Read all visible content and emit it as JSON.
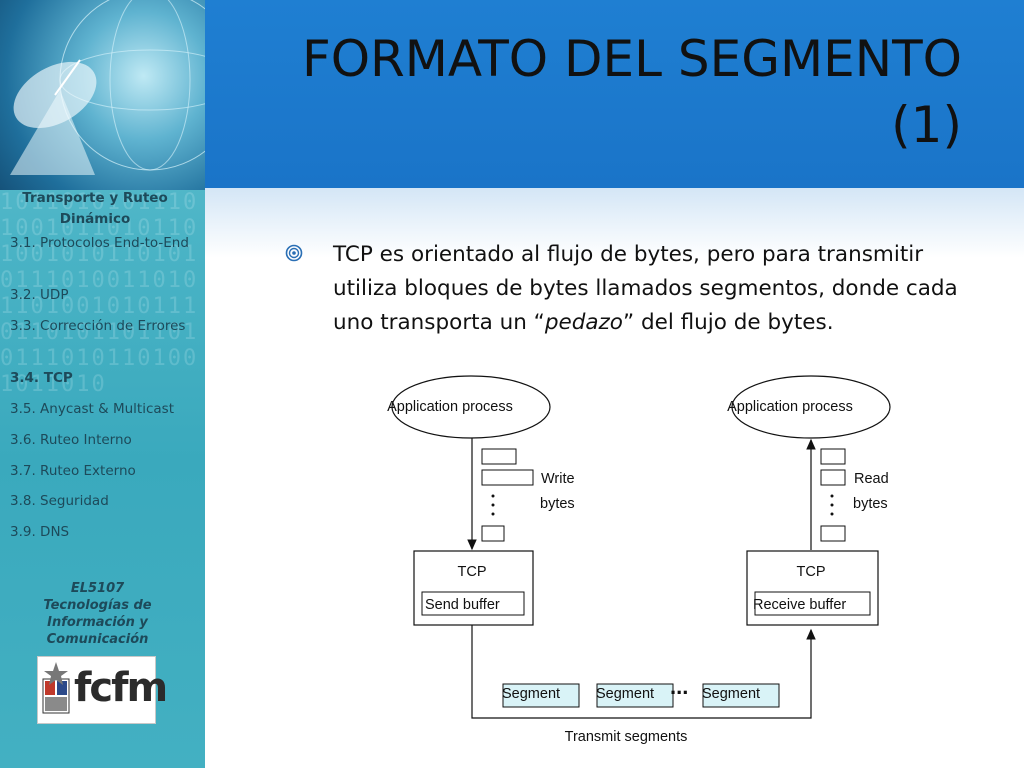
{
  "sidebar": {
    "section_title": "Transporte y Ruteo Dinámico",
    "items": [
      {
        "label": "3.1.  Protocolos End-to-End",
        "active": false
      },
      {
        "label": "3.2. UDP",
        "active": false
      },
      {
        "label": "3.3. Corrección de Errores",
        "active": false
      },
      {
        "label": "3.4.  TCP",
        "active": true
      },
      {
        "label": "3.5.  Anycast & Multicast",
        "active": false
      },
      {
        "label": "3.6. Ruteo Interno",
        "active": false
      },
      {
        "label": "3.7. Ruteo Externo",
        "active": false
      },
      {
        "label": "3.8. Seguridad",
        "active": false
      },
      {
        "label": "3.9. DNS",
        "active": false
      }
    ],
    "course": {
      "code": "EL5107",
      "name_line1": "Tecnologías de",
      "name_line2": "Información  y",
      "name_line3": "Comunicación"
    },
    "logo_text": "fcfm"
  },
  "slide": {
    "title_line1": "FORMATO DEL SEGMENTO",
    "title_line2": "(1)",
    "bullet_before": "TCP es orientado al flujo de bytes, pero para transmitir utiliza bloques de bytes llamados segmentos, donde cada uno transporta un “",
    "bullet_italic": "pedazo",
    "bullet_after": "” del flujo de bytes."
  },
  "diagram": {
    "left_app": "Application process",
    "right_app": "Application process",
    "write_label": "Write",
    "read_label": "Read",
    "bytes_label_left": "bytes",
    "bytes_label_right": "bytes",
    "tcp_left": "TCP",
    "tcp_right": "TCP",
    "send_buffer": "Send buffer",
    "receive_buffer": "Receive buffer",
    "segments": [
      "Segment",
      "Segment",
      "Segment"
    ],
    "ellipsis": "...",
    "transmit_label": "Transmit segments"
  },
  "colors": {
    "header_blue": "#1a74c8",
    "sidebar_teal": "#43b0c2",
    "segment_fill": "#d9f3f7"
  }
}
